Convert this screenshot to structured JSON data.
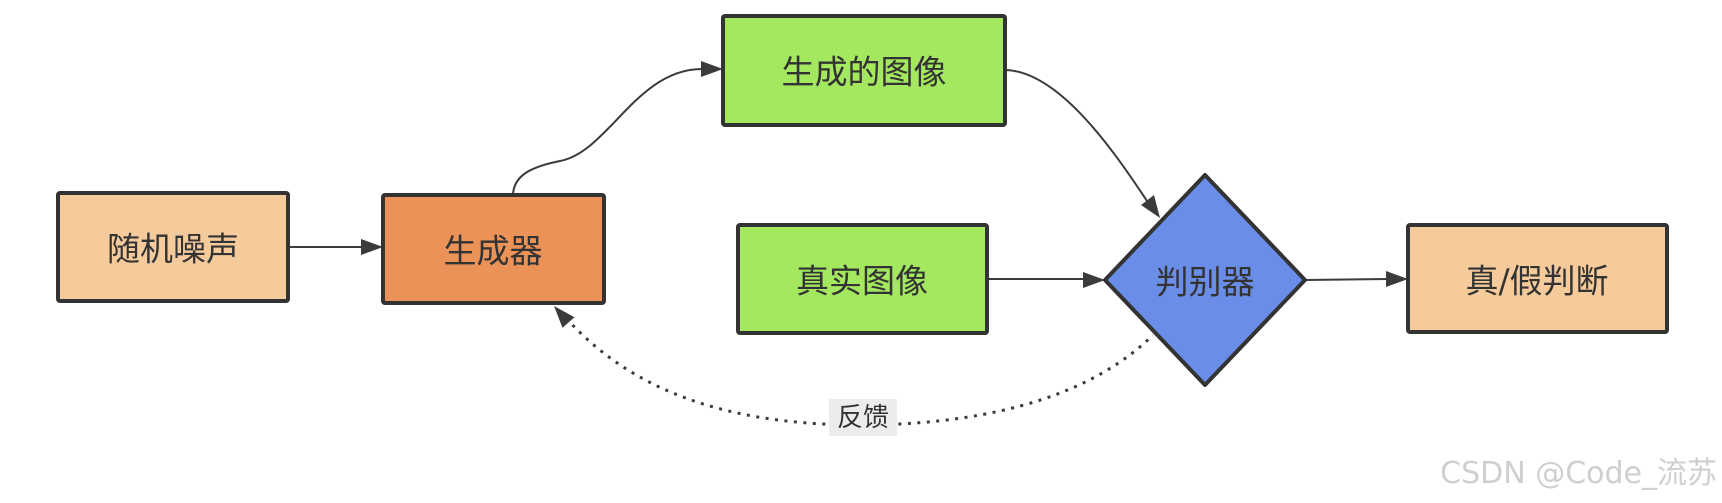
{
  "diagram": {
    "type": "flowchart",
    "topic": "GAN architecture",
    "nodes": {
      "noise": "随机噪声",
      "generator": "生成器",
      "generated_image": "生成的图像",
      "real_image": "真实图像",
      "discriminator": "判别器",
      "judgment": "真/假判断"
    },
    "edges": {
      "feedback_label": "反馈"
    }
  },
  "watermark": "CSDN @Code_流苏",
  "colors": {
    "canvas_bg": "#ffffff",
    "outline": "#333333",
    "connector": "#3b3b3b",
    "node_tan": "#F6CB9B",
    "node_orange": "#EB9258",
    "node_green": "#A3E85F",
    "node_blue": "#6A8EE8",
    "edge_label_bg": "#ECECEC",
    "text": "#333333",
    "watermark": "#CFCFCF"
  }
}
